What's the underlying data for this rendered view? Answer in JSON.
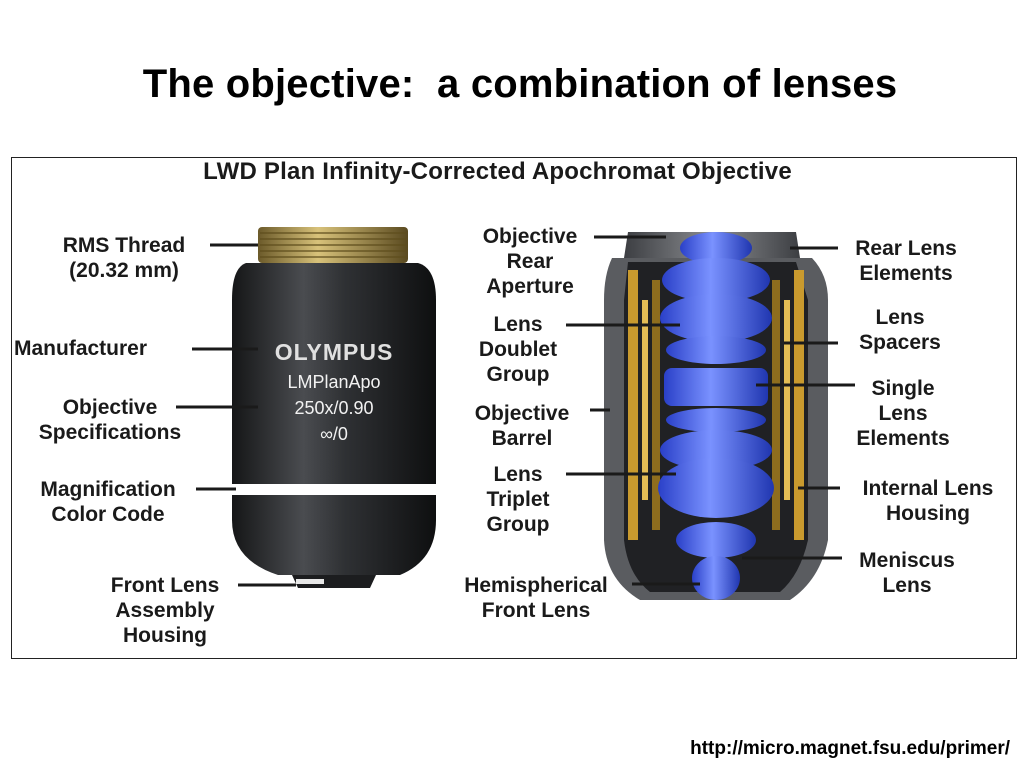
{
  "slide": {
    "title": "The objective:  a combination of lenses",
    "source_url": "http://micro.magnet.fsu.edu/primer/"
  },
  "figure": {
    "title": "LWD Plan Infinity-Corrected Apochromat Objective",
    "objective_markings": {
      "brand": "OLYMPUS",
      "model": "LMPlanApo",
      "specs": "250x/0.90",
      "tube": "∞/0"
    },
    "left_labels": {
      "rms_thread": [
        "RMS Thread",
        "(20.32 mm)"
      ],
      "manufacturer": [
        "Manufacturer"
      ],
      "objective_specifications": [
        "Objective",
        "Specifications"
      ],
      "magnification_color_code": [
        "Magnification",
        "Color Code"
      ],
      "front_lens_assembly_housing": [
        "Front Lens",
        "Assembly",
        "Housing"
      ]
    },
    "middle_labels": {
      "objective_rear_aperture": [
        "Objective",
        "Rear",
        "Aperture"
      ],
      "lens_doublet_group": [
        "Lens",
        "Doublet",
        "Group"
      ],
      "objective_barrel": [
        "Objective",
        "Barrel"
      ],
      "lens_triplet_group": [
        "Lens",
        "Triplet",
        "Group"
      ],
      "hemispherical_front_lens": [
        "Hemispherical",
        "Front Lens"
      ]
    },
    "right_labels": {
      "rear_lens_elements": [
        "Rear Lens",
        "Elements"
      ],
      "lens_spacers": [
        "Lens",
        "Spacers"
      ],
      "single_lens_elements": [
        "Single",
        "Lens",
        "Elements"
      ],
      "internal_lens_housing": [
        "Internal Lens",
        "Housing"
      ],
      "meniscus_lens": [
        "Meniscus",
        "Lens"
      ]
    },
    "colors": {
      "lens_blue": "#3f5ce0",
      "barrel_dark": "#2b2d30",
      "brass": "#c99a2e",
      "color_code_band": "#ffffff"
    }
  }
}
